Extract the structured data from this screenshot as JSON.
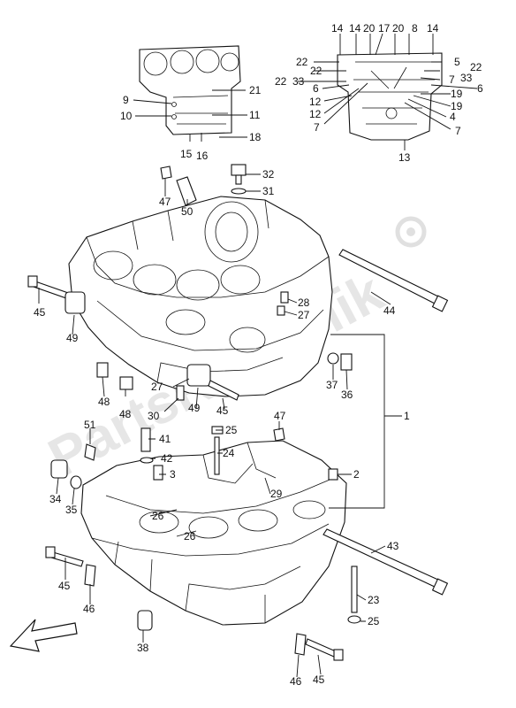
{
  "diagram": {
    "watermark": "PartsRepublik",
    "callouts": {
      "c1": "1",
      "c2": "2",
      "c3": "3",
      "c4": "4",
      "c5": "5",
      "c6a": "6",
      "c6b": "6",
      "c7a": "7",
      "c7b": "7",
      "c7c": "7",
      "c8": "8",
      "c9": "9",
      "c10": "10",
      "c11": "11",
      "c12a": "12",
      "c12b": "12",
      "c13": "13",
      "c14a": "14",
      "c14b": "14",
      "c14c": "14",
      "c15": "15",
      "c16": "16",
      "c17": "17",
      "c18": "18",
      "c19a": "19",
      "c19b": "19",
      "c20a": "20",
      "c20b": "20",
      "c21": "21",
      "c22a": "22",
      "c22b": "22",
      "c22c": "22",
      "c22d": "22",
      "c23": "23",
      "c24": "24",
      "c25a": "25",
      "c25b": "25",
      "c26a": "26",
      "c26b": "26",
      "c27a": "27",
      "c27b": "27",
      "c28": "28",
      "c29": "29",
      "c30": "30",
      "c31": "31",
      "c32": "32",
      "c33a": "33",
      "c33b": "33",
      "c34": "34",
      "c35": "35",
      "c36": "36",
      "c37": "37",
      "c38": "38",
      "c41": "41",
      "c42": "42",
      "c43": "43",
      "c44": "44",
      "c45a": "45",
      "c45b": "45",
      "c45c": "45",
      "c45d": "45",
      "c46a": "46",
      "c46b": "46",
      "c47a": "47",
      "c47b": "47",
      "c48a": "48",
      "c48b": "48",
      "c49a": "49",
      "c49b": "49",
      "c50": "50",
      "c51": "51"
    }
  }
}
